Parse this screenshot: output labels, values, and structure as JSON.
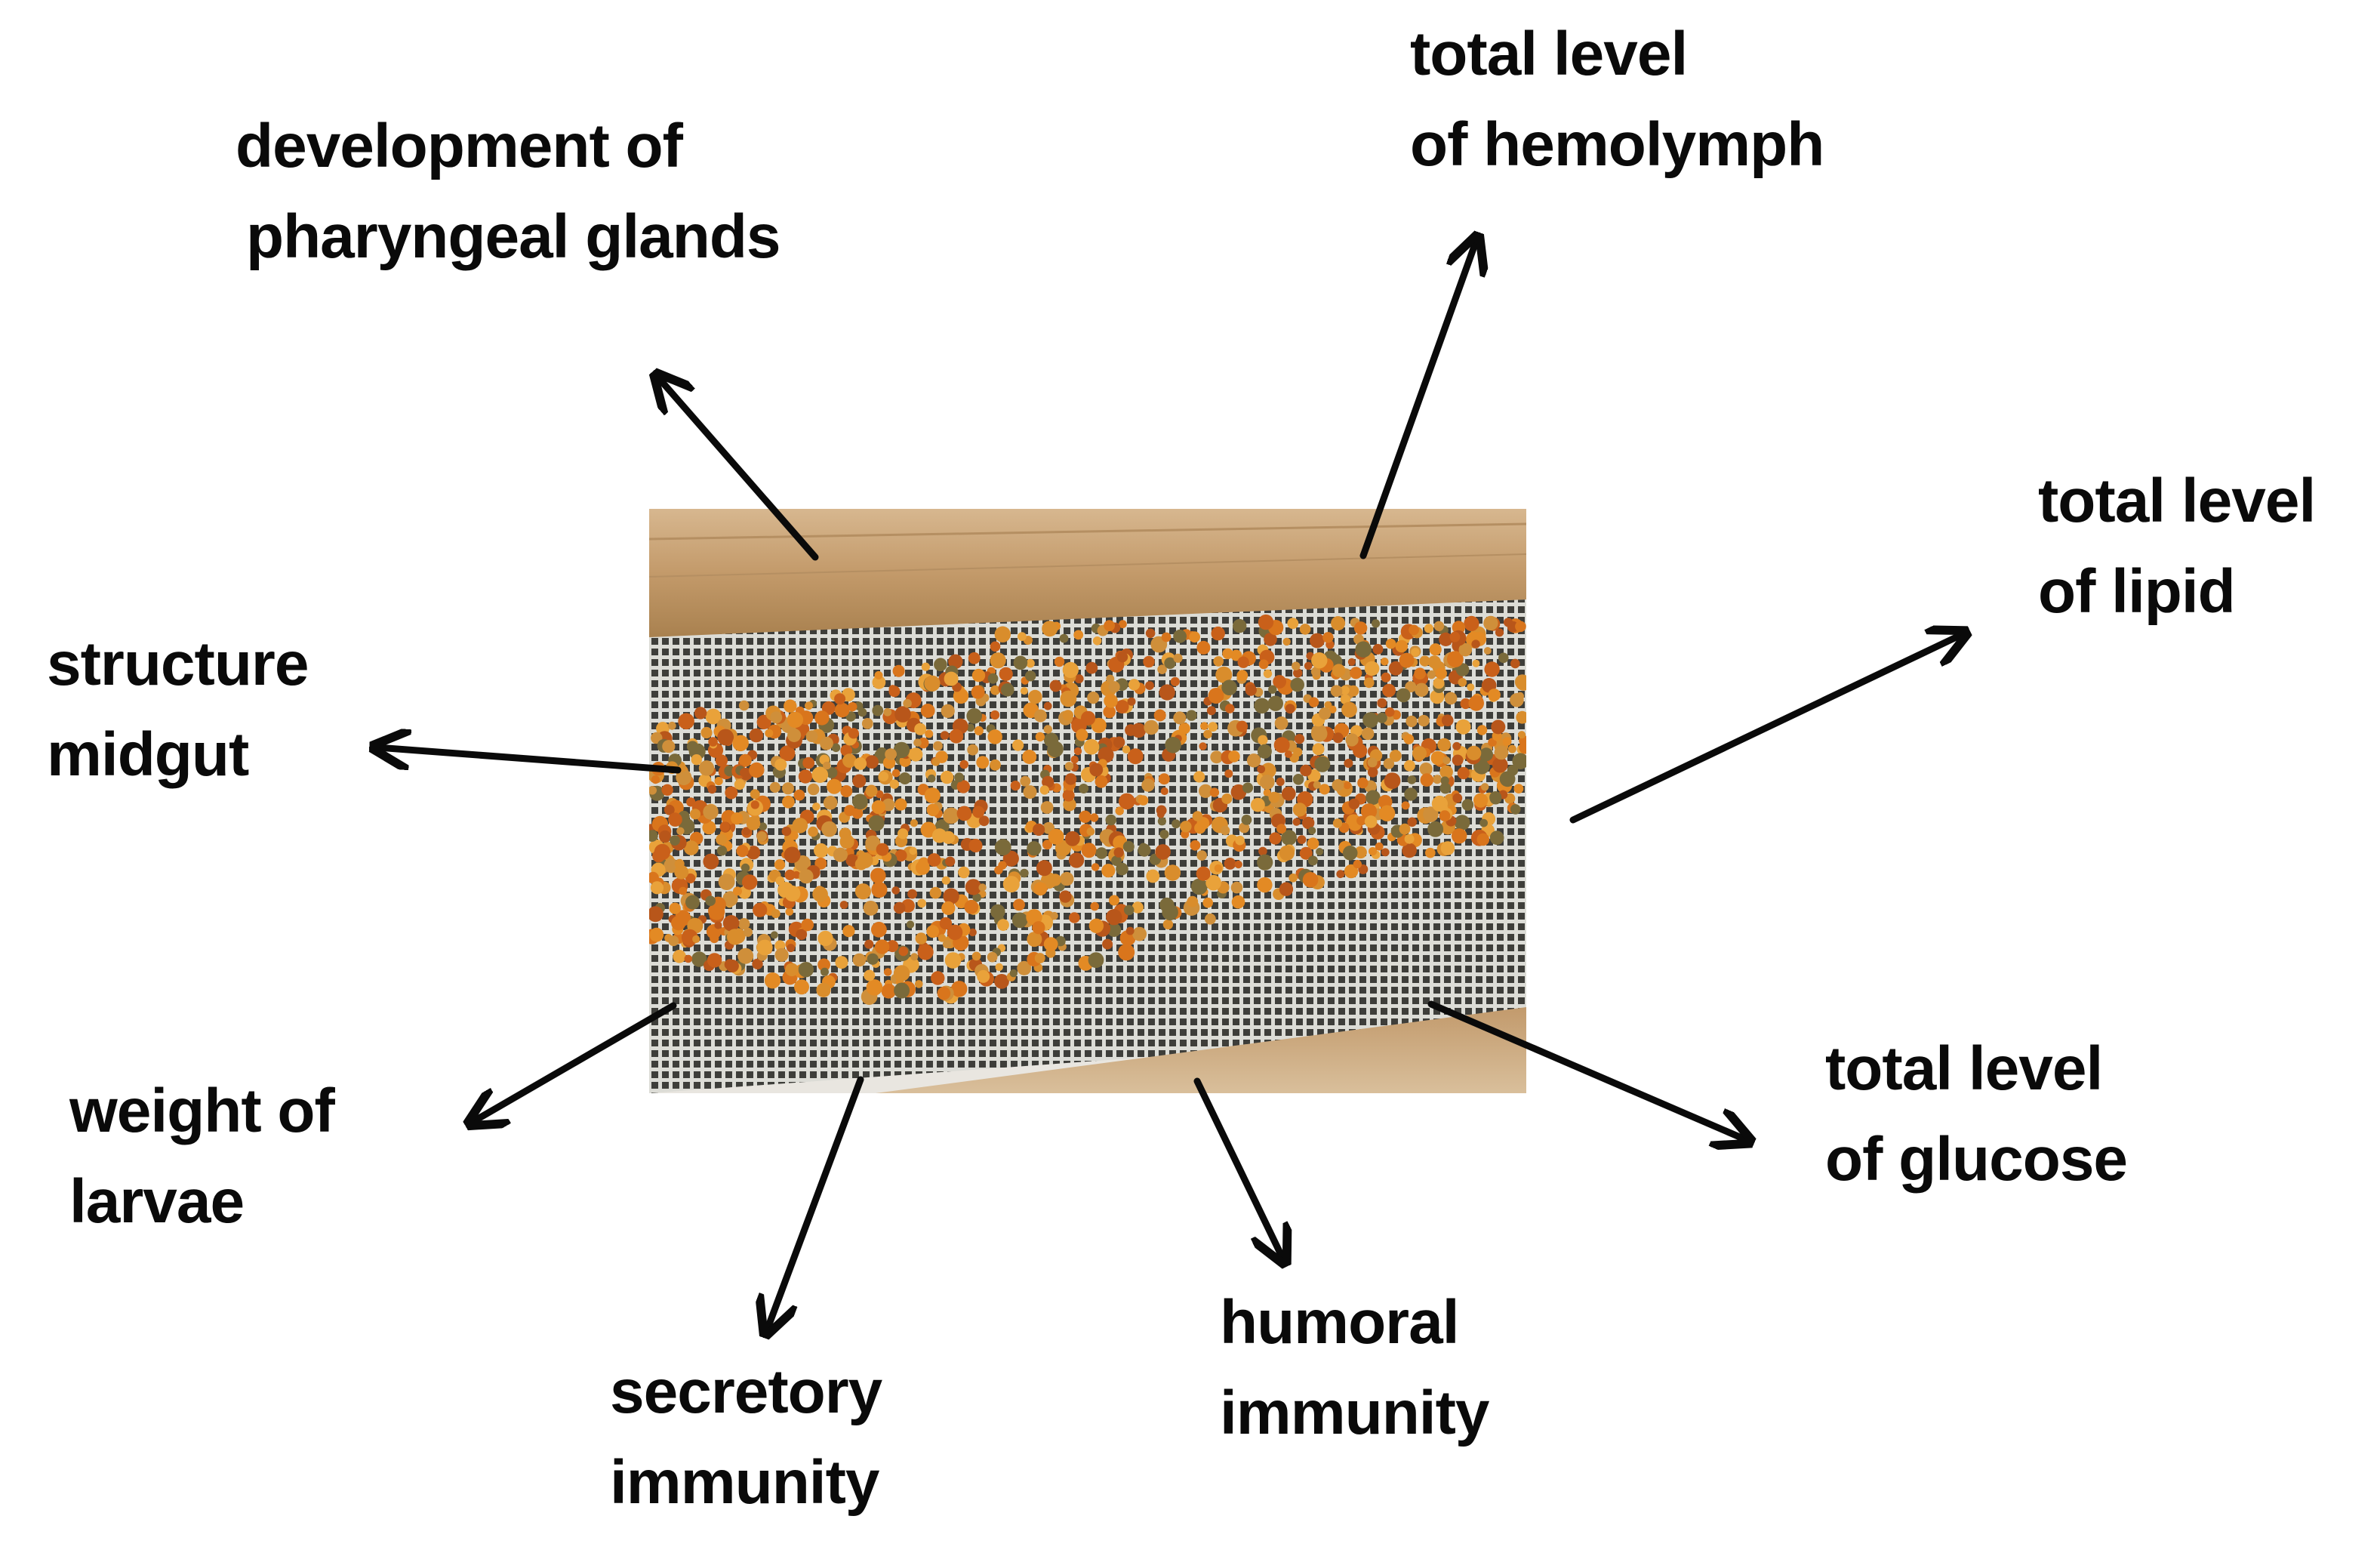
{
  "labels": {
    "pharyngeal": [
      "development of",
      "pharyngeal glands"
    ],
    "hemolymph": [
      "total level",
      "of hemolymph"
    ],
    "lipid": [
      "total level",
      "of lipid"
    ],
    "midgut": [
      "structure",
      "midgut"
    ],
    "larvae": [
      "weight of",
      "larvae"
    ],
    "secretory": [
      "secretory",
      "immunity"
    ],
    "humoral": [
      "humoral",
      "immunity"
    ],
    "glucose": [
      "total level",
      "of glucose"
    ]
  },
  "colors": {
    "arrow": "#0a0a0a",
    "text": "#0a0a0a",
    "wood": "#c9a57a",
    "pollen": "#d9751c",
    "mesh": "#e4e4df"
  }
}
